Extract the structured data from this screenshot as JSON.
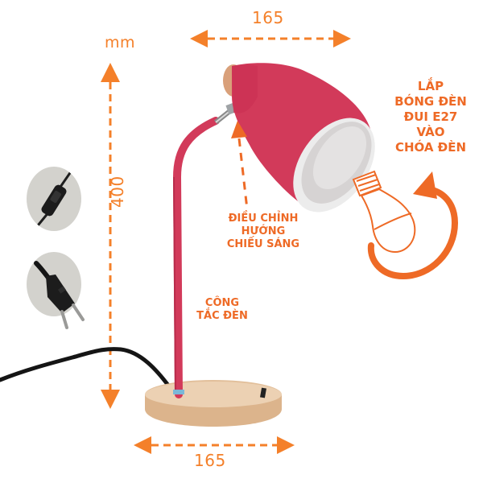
{
  "unit": "mm",
  "dimensions": {
    "top_width": "165",
    "height": "400",
    "bottom_width": "165"
  },
  "callouts": {
    "bulb": [
      "LẮP",
      "BÓNG ĐÈN",
      "ĐUI E27",
      "VÀO",
      "CHÓA ĐÈN"
    ],
    "adjust": [
      "ĐIỀU CHỈNH",
      "HƯỚNG",
      "CHIẾU SÁNG"
    ],
    "switch": [
      "CÔNG",
      "TẮC ĐÈN"
    ]
  },
  "colors": {
    "accent_orange": "#f4802a",
    "callout_orange": "#ee6a26",
    "lamp_red": "#d23a5a",
    "shade_inner": "#e8e6e6",
    "wood": "#e8c9a8",
    "cable": "#151515",
    "circle_bg": "#d3d2cd"
  },
  "icons": {
    "switch_inset": "inline-cord-switch-icon",
    "plug_inset": "eu-plug-icon",
    "bulb": "led-bulb-icon",
    "rotate": "rotate-arrow-icon"
  }
}
